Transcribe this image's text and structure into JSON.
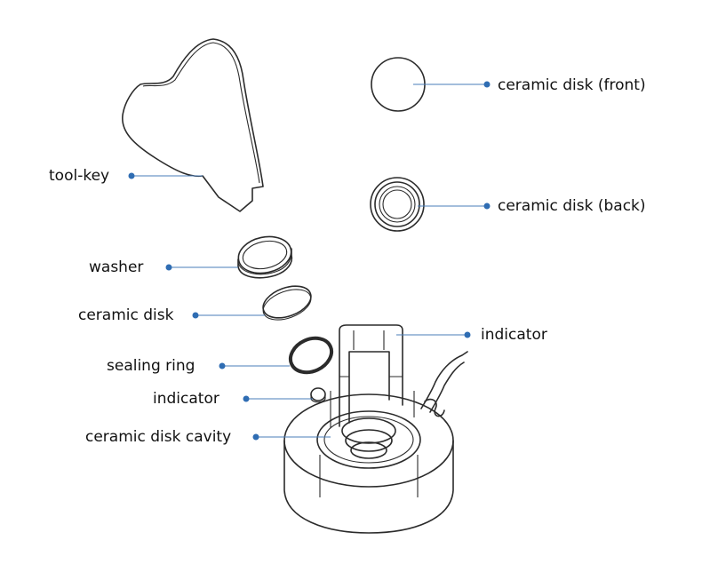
{
  "labels": {
    "ceramic_disk_front": "ceramic disk (front)",
    "tool_key": "tool-key",
    "ceramic_disk_back": "ceramic disk (back)",
    "washer": "washer",
    "ceramic_disk": "ceramic disk",
    "indicator_right": "indicator",
    "sealing_ring": "sealing ring",
    "indicator_left": "indicator",
    "ceramic_disk_cavity": "ceramic disk cavity"
  },
  "colors": {
    "leader_line": "#4a7db8",
    "leader_dot": "#2f6db3",
    "sketch": "#2b2b2b",
    "text": "#111111"
  }
}
